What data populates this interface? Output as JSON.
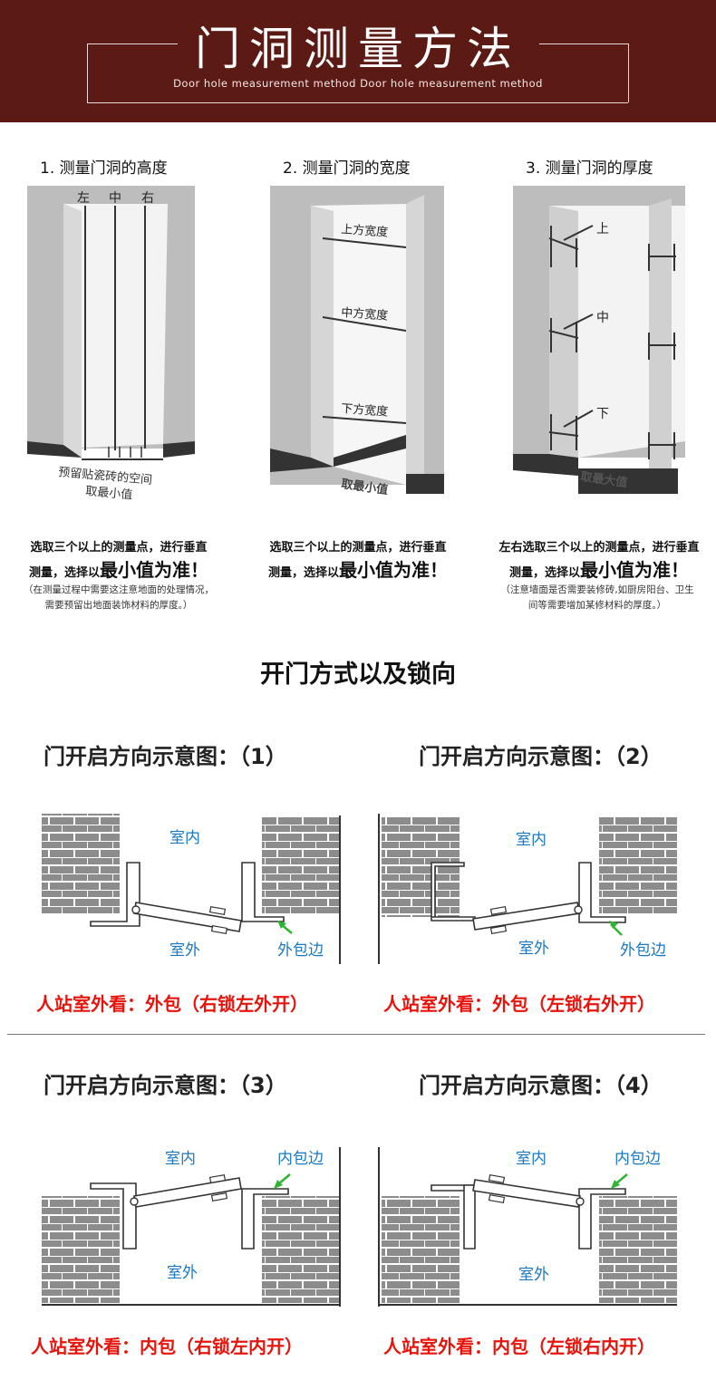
{
  "header": {
    "title": "门洞测量方法",
    "subtitle": "Door hole measurement method Door hole measurement method"
  },
  "steps": [
    {
      "title": "1. 测量门洞的高度",
      "labels": [
        "左",
        "中",
        "右"
      ],
      "bottom_note": [
        "预留贴瓷砖的空间",
        "取最小值"
      ],
      "note_line1": "选取三个以上的测量点，进行垂直",
      "note_line2_prefix": "测量，选择以",
      "note_line2_big": "最小值为准！",
      "sub_line1": "（在测量过程中需要这注意地面的处理情况，",
      "sub_line2": "需要预留出地面装饰材料的厚度。）"
    },
    {
      "title": "2. 测量门洞的宽度",
      "labels": [
        "上方宽度",
        "中方宽度",
        "下方宽度"
      ],
      "bottom_note": [
        "取最小值"
      ],
      "note_line1": "选取三个以上的测量点，进行垂直",
      "note_line2_prefix": "测量，选择以",
      "note_line2_big": "最小值为准！"
    },
    {
      "title": "3. 测量门洞的厚度",
      "labels": [
        "上",
        "中",
        "下"
      ],
      "bottom_note": [
        "取最大值"
      ],
      "note_line1": "左右选取三个以上的测量点，进行垂直",
      "note_line2_prefix": "测量，选择以",
      "note_line2_big": "最小值为准！",
      "sub_line1": "（注意墙面是否需要装修砖,如厨房阳台、卫生",
      "sub_line2": "间等需要增加某修材料的厚度。）"
    }
  ],
  "section": {
    "title": "开门方式以及锁向"
  },
  "diagrams": [
    {
      "title": "门开启方向示意图：（1）",
      "inside": "室内",
      "outside": "室外",
      "edge": "外包边",
      "caption": "人站室外看：外包（右锁左外开）"
    },
    {
      "title": "门开启方向示意图：（2）",
      "inside": "室内",
      "outside": "室外",
      "edge": "外包边",
      "caption": "人站室外看：外包（左锁右外开）"
    },
    {
      "title": "门开启方向示意图：（3）",
      "inside": "室内",
      "outside": "室外",
      "edge": "内包边",
      "caption": "人站室外看：内包（右锁左内开）"
    },
    {
      "title": "门开启方向示意图：（4）",
      "inside": "室内",
      "outside": "室外",
      "edge": "内包边",
      "caption": "人站室外看：内包（左锁右内开）"
    }
  ],
  "colors": {
    "header_bg": "#5c1a15",
    "caption_red": "#e8140c",
    "label_blue": "#1a78c2",
    "arrow_green": "#2fb52f",
    "brick": "#8a8a8a"
  }
}
